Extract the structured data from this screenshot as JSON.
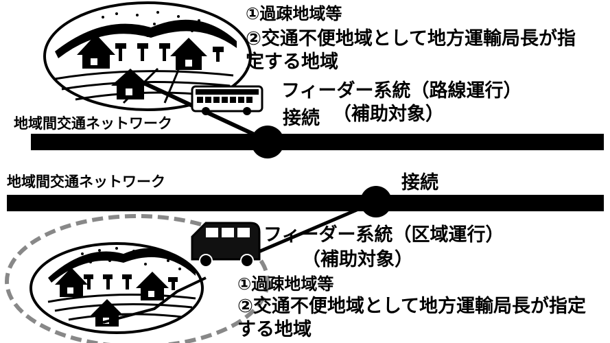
{
  "colors": {
    "line": "#000000",
    "background": "#ffffff",
    "bus_body": "#ffffff",
    "van_body": "#111111",
    "dashed_outline": "#888888"
  },
  "top_panel": {
    "area_label_1": "①過疎地域等",
    "area_label_2a": "②交通不便地域として地方運輸局長が指",
    "area_label_2b": "定する地域",
    "feeder_label": "フィーダー系統（路線運行）",
    "connect_label": "接続",
    "subsidy_label": "（補助対象）",
    "network_label": "地域間交通ネットワーク",
    "vehicle_icon": "bus-icon"
  },
  "bottom_panel": {
    "network_label": "地域間交通ネットワーク",
    "connect_label": "接続",
    "feeder_label": "フィーダー系統（区域運行）",
    "subsidy_label": "（補助対象）",
    "area_label_1": "①過疎地域等",
    "area_label_2a": "②交通不便地域として地方運輸局長が指定",
    "area_label_2b": "する地域",
    "vehicle_icon": "van-icon"
  }
}
